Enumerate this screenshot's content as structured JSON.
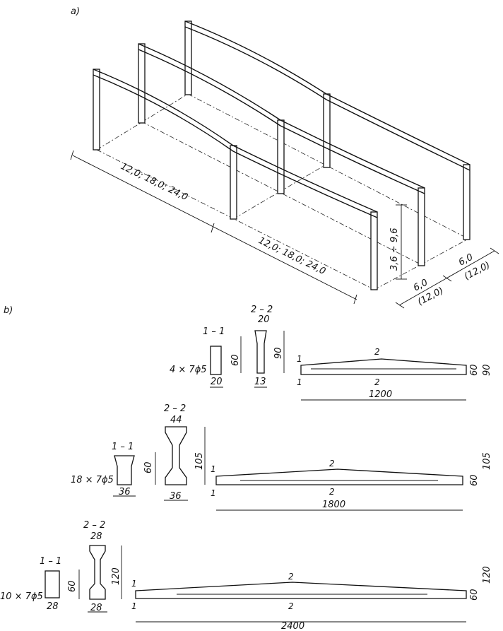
{
  "panel_a": {
    "label": "a)",
    "span_dims": [
      "12,0; 18,0; 24,0",
      "12,0; 18,0; 24,0"
    ],
    "height_dim": "3,6 ÷ 9,6",
    "bay_dims": [
      "6,0",
      "(12,0)",
      "6,0",
      "(12,0)"
    ]
  },
  "panel_b": {
    "label": "b)",
    "beams": [
      {
        "sec11_title": "1 – 1",
        "sec22_title": "2 – 2",
        "rebar": "4 × 7ϕ5",
        "sec11_width": "20",
        "sec22_top": "20",
        "sec22_bottom": "13",
        "sec22_h_inner": "60",
        "sec22_h_total": "90",
        "mark_1_top": "1",
        "mark_1_bot": "1",
        "mark_2_top": "2",
        "mark_2_bot": "2",
        "length": "1200",
        "end_h": "60",
        "mid_h": "90"
      },
      {
        "sec11_title": "1 – 1",
        "sec22_title": "2 – 2",
        "rebar": "18 × 7ϕ5",
        "sec11_width": "36",
        "sec22_top": "44",
        "sec22_bottom": "36",
        "sec22_h_inner": "60",
        "sec22_h_total": "105",
        "mark_1_top": "1",
        "mark_1_bot": "1",
        "mark_2_top": "2",
        "mark_2_bot": "2",
        "length": "1800",
        "end_h": "60",
        "mid_h": "105"
      },
      {
        "sec11_title": "1 – 1",
        "sec22_title": "2 – 2",
        "rebar": "10 × 7ϕ5",
        "sec11_width": "28",
        "sec22_top": "28",
        "sec22_bottom": "28",
        "sec22_h_inner": "60",
        "sec22_h_total": "120",
        "mark_1_top": "1",
        "mark_1_bot": "1",
        "mark_2_top": "2",
        "mark_2_bot": "2",
        "length": "2400",
        "end_h": "60",
        "mid_h": "120"
      }
    ]
  }
}
